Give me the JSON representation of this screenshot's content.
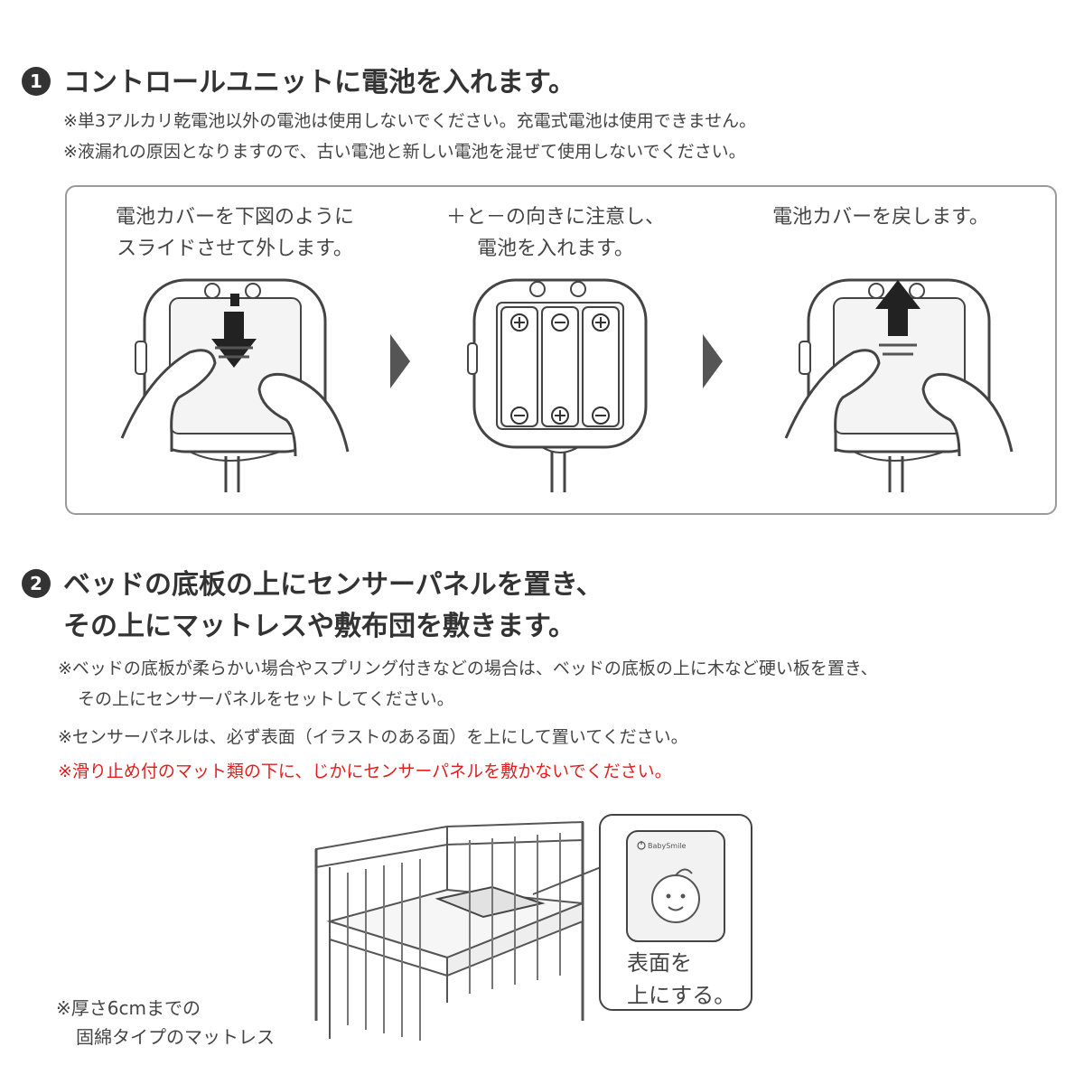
{
  "step1": {
    "number": "1",
    "title": "コントロールユニットに電池を入れます。",
    "notes": [
      "※単3アルカリ乾電池以外の電池は使用しないでください。充電式電池は使用できません。",
      "※液漏れの原因となりますので、古い電池と新しい電池を混ぜて使用しないでください。"
    ],
    "panels": [
      {
        "caption_line1": "電池カバーを下図のように",
        "caption_line2": "スライドさせて外します。"
      },
      {
        "caption_line1": "＋と－の向きに注意し、",
        "caption_line2": "電池を入れます。"
      },
      {
        "caption_line1": "電池カバーを戻します。",
        "caption_line2": ""
      }
    ]
  },
  "step2": {
    "number": "2",
    "title_line1": "ベッドの底板の上にセンサーパネルを置き、",
    "title_line2": "その上にマットレスや敷布団を敷きます。",
    "notes": [
      "※ベッドの底板が柔らかい場合やスプリング付きなどの場合は、ベッドの底板の上に木など硬い板を置き、",
      "その上にセンサーパネルをセットしてください。",
      "※センサーパネルは、必ず表面（イラストのある面）を上にして置いてください。"
    ],
    "warning": "※滑り止め付のマット類の下に、じかにセンサーパネルを敷かないでください。",
    "side_note_line1": "※厚さ6cmまでの",
    "side_note_line2": "固綿タイプのマットレス",
    "callout_line1": "表面を",
    "callout_line2": "上にする。",
    "brand_mark": "BabySmile"
  },
  "icons": {
    "plus": "plus-icon",
    "minus": "minus-icon",
    "arrow": "chevron-right-icon"
  }
}
